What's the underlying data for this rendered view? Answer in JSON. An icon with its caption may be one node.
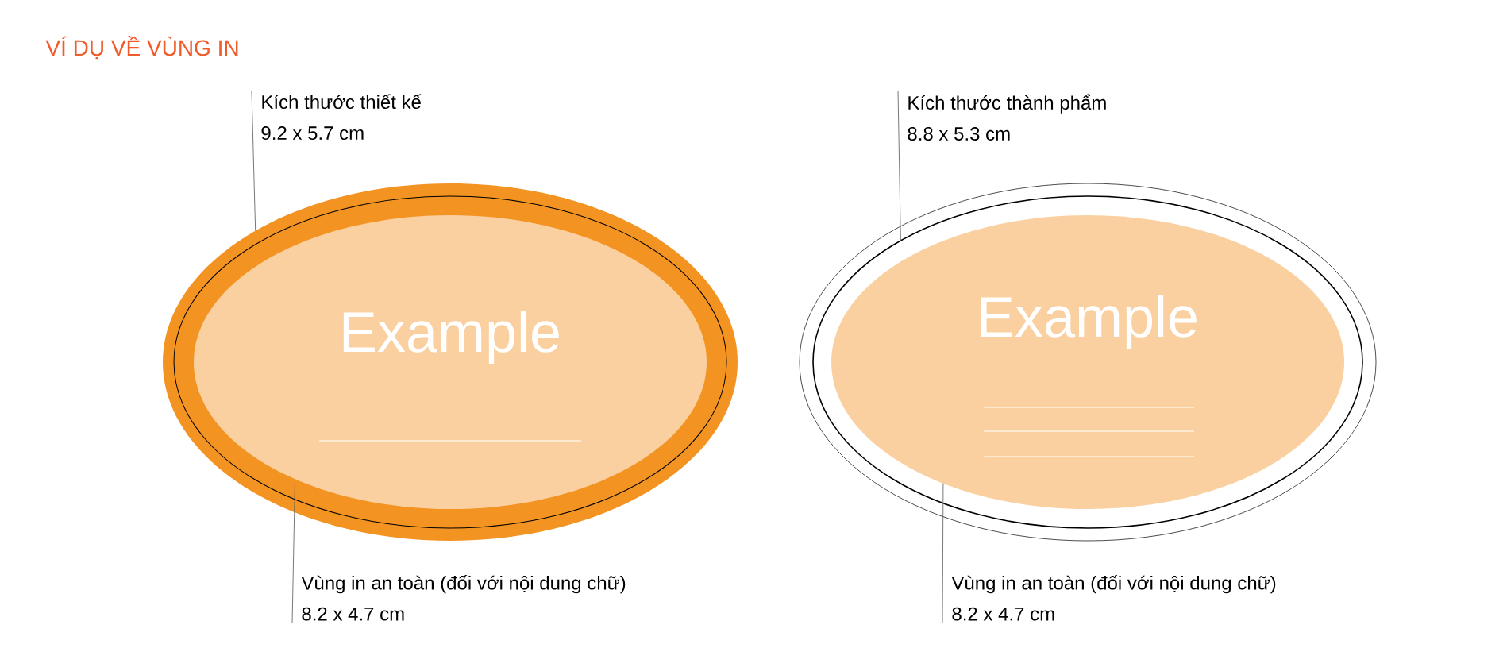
{
  "diagram": {
    "title": "VÍ DỤ VỀ VÙNG IN",
    "nodes": [
      {
        "text": [],
        "shape": "ellipse"
      },
      {
        "text": [],
        "shape": "ellipse",
        "in": 0
      },
      {
        "text": [
          "Example"
        ],
        "in": 1
      },
      {
        "text": [
          "Kích thước thiết kế",
          "9.2 x 5.7 cm"
        ]
      },
      {
        "text": [
          "Vùng in an toàn (đối với nội dung chữ)",
          "8.2 x 4.7 cm"
        ]
      },
      {
        "text": [],
        "shape": "ellipse"
      },
      {
        "text": [],
        "shape": "ellipse",
        "in": 5
      },
      {
        "text": [
          "Example"
        ],
        "in": 6
      },
      {
        "text": [
          "Kích thước thành phẩm",
          "8.8 x 5.3 cm"
        ]
      },
      {
        "text": [
          "Vùng in an toàn (đối với nội dung chữ)",
          "8.2 x 4.7 cm"
        ]
      }
    ],
    "edges": [
      {
        "from": 3,
        "to": 0,
        "arrow": "none"
      },
      {
        "from": 4,
        "to": 2,
        "arrow": "none"
      },
      {
        "from": 8,
        "to": 6,
        "arrow": "none"
      },
      {
        "from": 9,
        "to": 7,
        "arrow": "none"
      }
    ]
  }
}
